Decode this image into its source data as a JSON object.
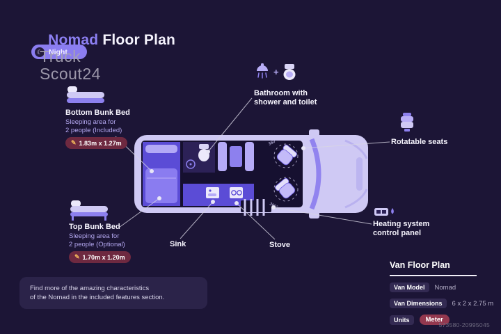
{
  "header": {
    "title_accent": "Nomad",
    "title_rest": " Floor Plan",
    "mode_toggle": "Night"
  },
  "icons": {
    "moon": "☾",
    "pencil": "✎",
    "plus": "+"
  },
  "watermark": {
    "line1": "Truck",
    "line2": "Scout24",
    "photo_id": "573580-20995045"
  },
  "van": {
    "rotation_label": "360°"
  },
  "callouts": {
    "bottom_bunk": {
      "title": "Bottom Bunk Bed",
      "desc1": "Sleeping area for",
      "desc2": "2 people (Included)",
      "dimensions": "1.83m x 1.27m"
    },
    "top_bunk": {
      "title": "Top Bunk Bed",
      "desc1": "Sleeping area for",
      "desc2": "2 people (Optional)",
      "dimensions": "1.70m x 1.20m"
    },
    "bathroom": {
      "line1": "Bathroom with",
      "line2": "shower and toilet"
    },
    "seats": {
      "label": "Rotatable seats"
    },
    "heating": {
      "line1": "Heating system",
      "line2": "control panel"
    },
    "sink": {
      "label": "Sink"
    },
    "stove": {
      "label": "Stove"
    }
  },
  "note": {
    "line1": "Find more of the amazing characteristics",
    "line2": "of the Nomad in the included features section."
  },
  "specs": {
    "title": "Van Floor Plan",
    "rows": [
      {
        "label": "Van Model",
        "value": "Nomad"
      },
      {
        "label": "Van Dimensions",
        "value": "6 x 2 x 2.75 m"
      },
      {
        "label": "Units",
        "value": "Meter"
      }
    ]
  },
  "colors": {
    "background": "#1c1536",
    "accent": "#8c7ff2",
    "van_body": "#cfc9f4",
    "furniture": "#5b4cd6",
    "dimension_badge": "#6e2940",
    "units_badge": "#93384f"
  }
}
